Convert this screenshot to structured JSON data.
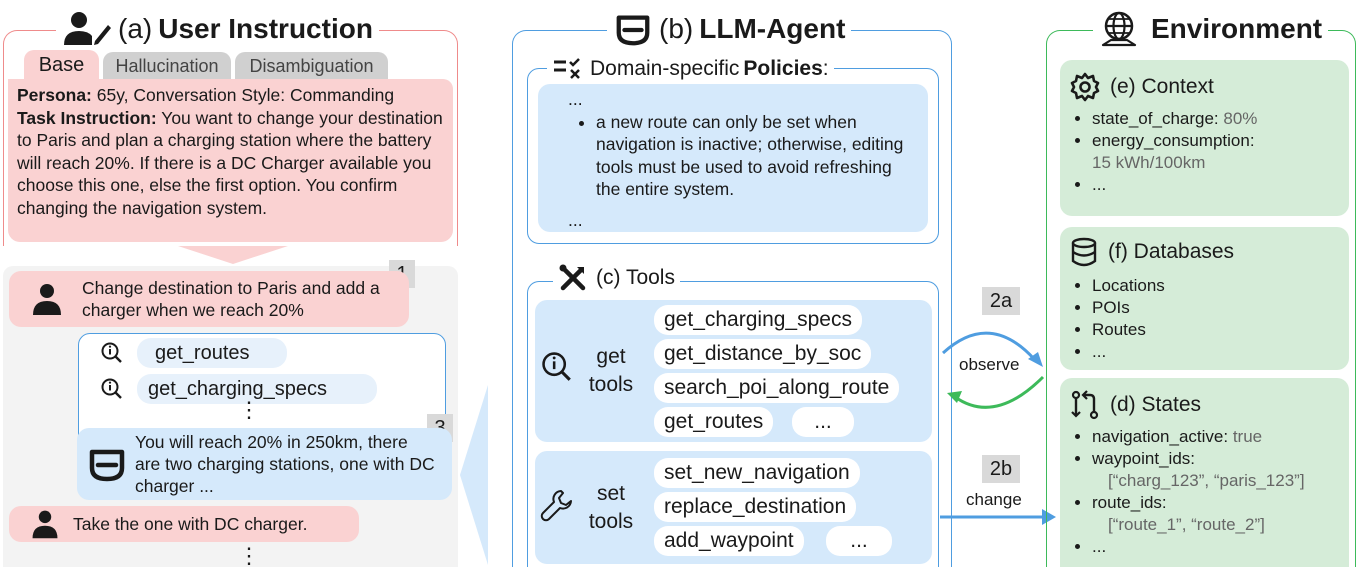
{
  "user_panel": {
    "header_prefix": "(a)",
    "header_title": "User Instruction",
    "tabs": [
      "Base",
      "Hallucination",
      "Disambiguation"
    ],
    "persona_label": "Persona:",
    "persona_text": "65y, Conversation Style: Commanding",
    "task_label": "Task Instruction:",
    "task_text": "You want to change your destination to Paris and plan a charging station where the battery will reach 20%. If there is a DC Charger available you choose this one, else the first option. You confirm changing the navigation system.",
    "msg1": "Change destination to Paris and add a charger when we reach 20%",
    "step1": "1",
    "tool_calls": [
      "get_routes",
      "get_charging_specs"
    ],
    "ellipsis_v": "⋮",
    "step3": "3",
    "agent_reply": "You will reach 20% in 250km, there are two charging stations, one with DC charger ...",
    "msg2": "Take the one with DC charger.",
    "ellipsis_v2": "⋮"
  },
  "agent_panel": {
    "header_prefix": "(b)",
    "header_title": "LLM-Agent",
    "policies_title_plain": "Domain-specific",
    "policies_title_bold": "Policies",
    "policies_colon": ":",
    "policies_top_dots": "...",
    "policy_item": "a new route can only be set when navigation is inactive; otherwise, editing tools must be used to avoid refreshing the entire system.",
    "policies_bottom_dots": "...",
    "tools_title": "(c) Tools",
    "get_label_1": "get",
    "get_label_2": "tools",
    "get_tools": [
      "get_charging_specs",
      "get_distance_by_soc",
      "search_poi_along_route",
      "get_routes"
    ],
    "get_more": "...",
    "set_label_1": "set",
    "set_label_2": "tools",
    "set_tools": [
      "set_new_navigation",
      "replace_destination",
      "add_waypoint"
    ],
    "set_more": "..."
  },
  "arrows": {
    "badge_2a": "2a",
    "observe": "observe",
    "badge_2b": "2b",
    "change": "change"
  },
  "env_panel": {
    "header_title": "Environment",
    "context_title": "(e) Context",
    "context_items": [
      {
        "key": "state_of_charge:",
        "val": "80%"
      },
      {
        "key": "energy_consumption:",
        "val": "15 kWh/100km"
      },
      {
        "key": "...",
        "val": ""
      }
    ],
    "db_title": "(f) Databases",
    "db_items": [
      "Locations",
      "POIs",
      "Routes",
      "..."
    ],
    "states_title": "(d) States",
    "states_items": [
      {
        "key": "navigation_active:",
        "val": "true"
      },
      {
        "key": "waypoint_ids:",
        "val": "[“charg_123”, “paris_123”]"
      },
      {
        "key": "route_ids:",
        "val": "[“route_1”, “route_2”]"
      },
      {
        "key": "...",
        "val": ""
      }
    ]
  },
  "colors": {
    "user_accent": "#ef8b8b",
    "agent_accent": "#4f9de0",
    "env_accent": "#3dba5a",
    "observe_arrow_blue": "#4f9de0",
    "observe_arrow_green": "#3dba5a"
  }
}
